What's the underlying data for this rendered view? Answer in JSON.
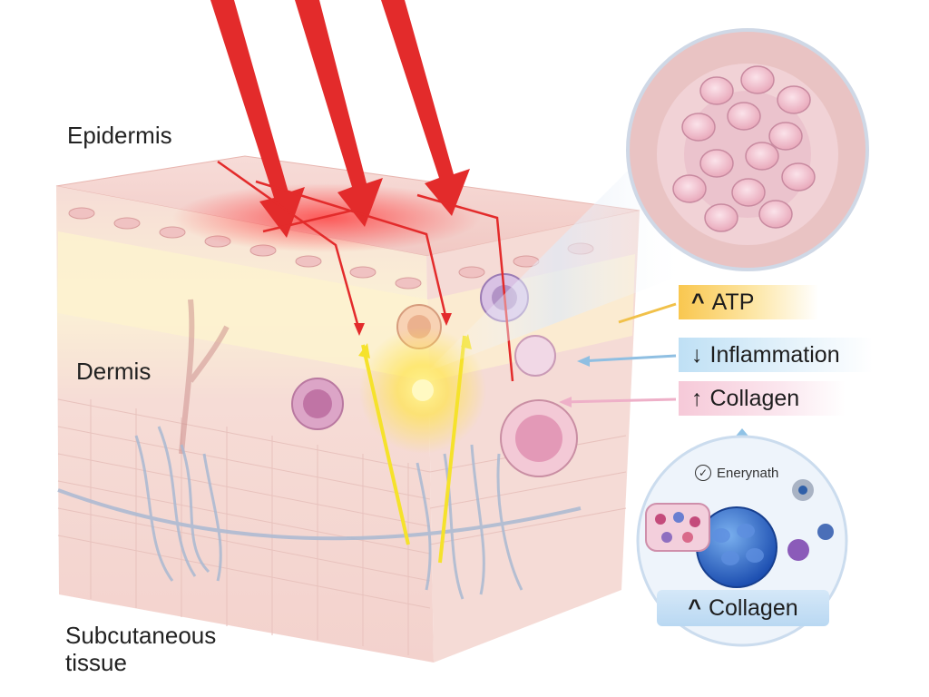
{
  "labels": {
    "epidermis": "Epidermis",
    "dermis": "Dermis",
    "subcutaneous_line1": "Subcutaneous",
    "subcutaneous_line2": "tissue"
  },
  "callouts": {
    "atp": {
      "glyph": "^",
      "text": "ATP"
    },
    "inflammation": {
      "glyph": "↓",
      "text": "Inflammation"
    },
    "collagen_top": {
      "glyph": "↑",
      "text": "Collagen"
    },
    "collagen_bottom": {
      "glyph": "^",
      "text": "Collagen"
    },
    "energy": "Enerynath"
  },
  "colors": {
    "laser_red": "#e32b2b",
    "laser_yellow": "#f5e22b",
    "skin_pink": "#f4d3d0",
    "dermis_band": "#fbf0d2",
    "nerve_fiber": "#a9b9d2",
    "atp_gold": "#f9c74f",
    "inflammation_blue": "#9ec9e8",
    "collagen_pink": "#f2b6cc"
  },
  "icons": [
    "check-circle-icon",
    "double-arrow-icon"
  ]
}
